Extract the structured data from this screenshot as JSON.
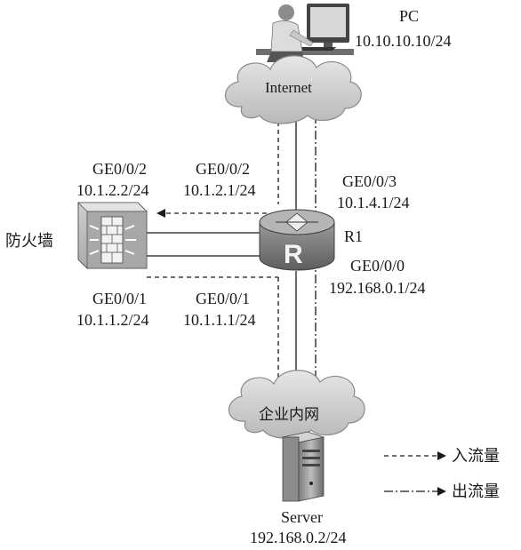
{
  "pc": {
    "name": "PC",
    "ip": "10.10.10.10/24"
  },
  "internet": {
    "label": "Internet"
  },
  "firewall": {
    "name": "防火墙",
    "port_top": "GE0/0/2",
    "ip_top": "10.1.2.2/24",
    "port_bottom": "GE0/0/1",
    "ip_bottom": "10.1.1.2/24"
  },
  "router": {
    "name": "R1",
    "port_fw_top": "GE0/0/2",
    "ip_fw_top": "10.1.2.1/24",
    "port_fw_bottom": "GE0/0/1",
    "ip_fw_bottom": "10.1.1.1/24",
    "port_internet": "GE0/0/3",
    "ip_internet": "10.1.4.1/24",
    "port_lan": "GE0/0/0",
    "ip_lan": "192.168.0.1/24"
  },
  "lan": {
    "label": "企业内网"
  },
  "server": {
    "name": "Server",
    "ip": "192.168.0.2/24"
  },
  "legend": {
    "inbound": "入流量",
    "outbound": "出流量"
  }
}
